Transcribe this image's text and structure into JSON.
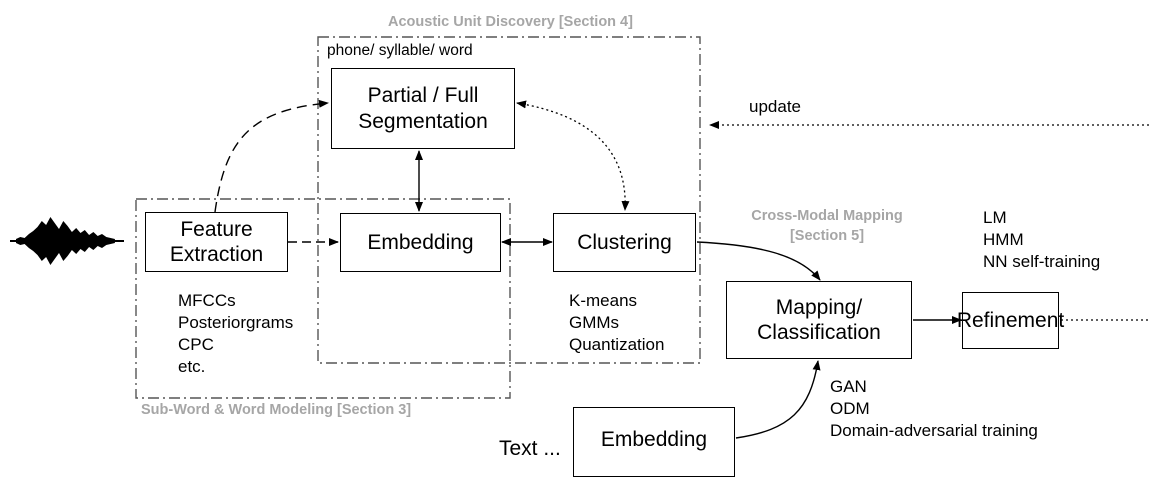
{
  "regions": {
    "acoustic_unit_discovery": "Acoustic Unit Discovery [Section 4]",
    "unit_levels": "phone/ syllable/ word",
    "sub_word_modeling": "Sub-Word & Word Modeling [Section 3]",
    "cross_modal_mapping": [
      "Cross-Modal Mapping",
      "[Section 5]"
    ]
  },
  "boxes": {
    "feature_extraction": [
      "Feature",
      "Extraction"
    ],
    "segmentation": [
      "Partial / Full",
      "Segmentation"
    ],
    "embedding": "Embedding",
    "clustering": "Clustering",
    "mapping": [
      "Mapping/",
      "Classification"
    ],
    "refinement": "Refinement",
    "text_embedding": "Embedding"
  },
  "labels": {
    "update": "update",
    "text_input": "Text ..."
  },
  "lists": {
    "features": [
      "MFCCs",
      "Posteriorgrams",
      "CPC",
      "etc."
    ],
    "clustering_methods": [
      "K-means",
      "GMMs",
      "Quantization"
    ],
    "refinement_methods": [
      "LM",
      "HMM",
      "NN self-training"
    ],
    "mapping_methods": [
      "GAN",
      "ODM",
      "Domain-adversarial training"
    ]
  },
  "icons": {
    "waveform": "audio-waveform-icon"
  }
}
